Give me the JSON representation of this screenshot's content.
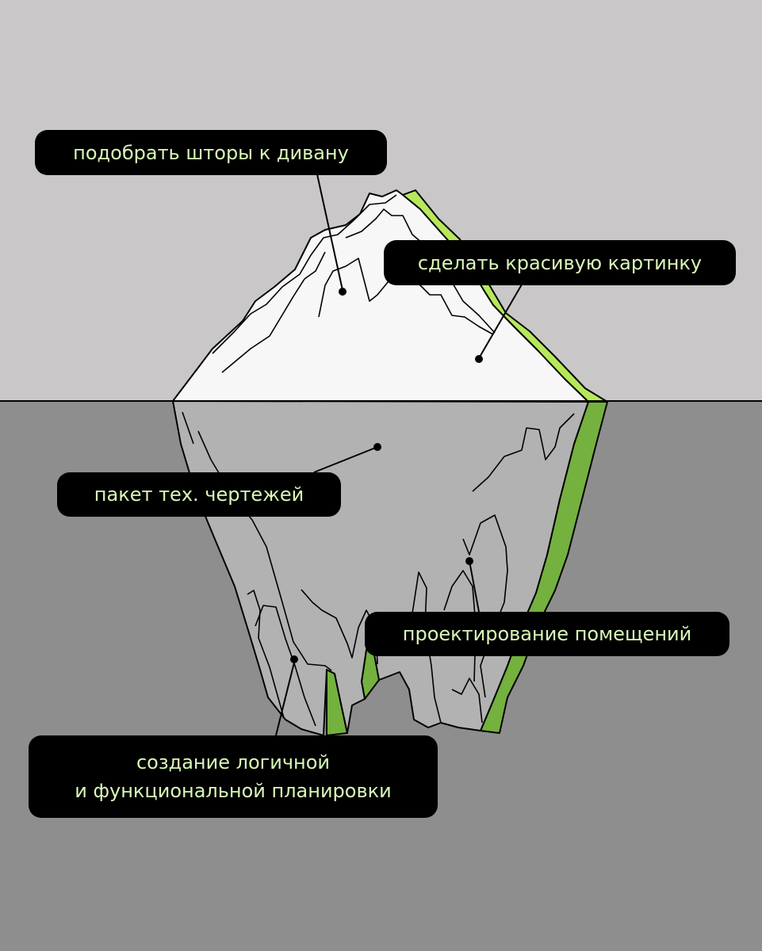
{
  "colors": {
    "sky": "#cac7c8",
    "water": "#8e8e8e",
    "ice_top": "#f7f7f7",
    "ice_under": "#b2b2b2",
    "accent_green_light": "#b7e85b",
    "accent_green_dark": "#74b13e",
    "label_bg": "#000000",
    "label_text": "#d9f7b8"
  },
  "labels": {
    "curtains": "подобрать шторы к дивану",
    "picture": "сделать красивую картинку",
    "drawings": "пакет тех. чертежей",
    "design": "проектирование помещений",
    "layout_line1": "создание логичной",
    "layout_line2": "и функциональной планировки"
  }
}
